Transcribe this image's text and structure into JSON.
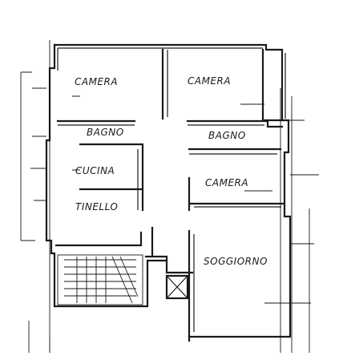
{
  "rooms": {
    "camera_1": "CAMERA",
    "camera_2": "CAMERA",
    "bagno_1": "BAGNO",
    "bagno_2": "BAGNO",
    "cucina": "CUCINA",
    "camera_3": "CAMERA",
    "tinello": "TINELLO",
    "soggiorno": "SOGGIORNO"
  }
}
